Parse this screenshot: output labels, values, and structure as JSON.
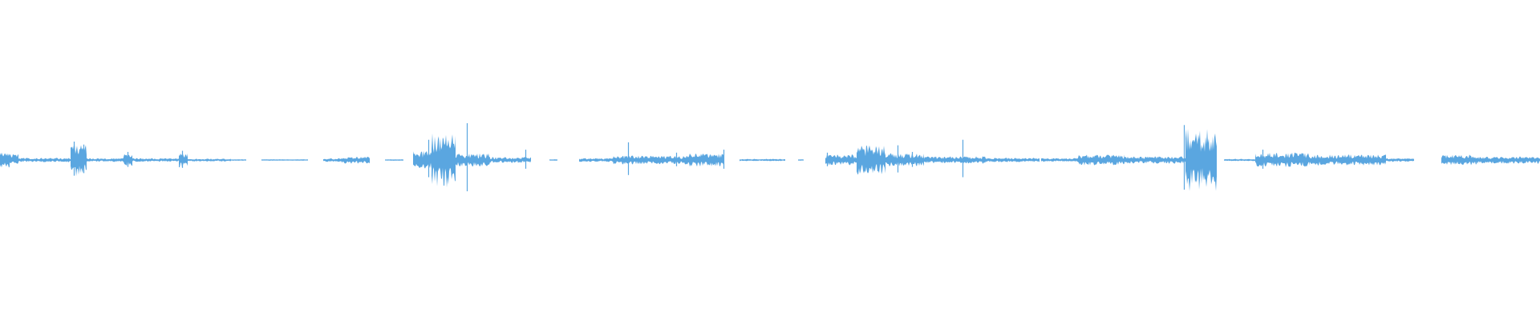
{
  "waveform": {
    "color": "#5aa6e0",
    "segments": [
      {
        "start": 0.0,
        "end": 0.006,
        "level": 0.22
      },
      {
        "start": 0.006,
        "end": 0.012,
        "level": 0.16
      },
      {
        "start": 0.012,
        "end": 0.046,
        "level": 0.06
      },
      {
        "start": 0.046,
        "end": 0.056,
        "level": 0.45
      },
      {
        "start": 0.056,
        "end": 0.08,
        "level": 0.05
      },
      {
        "start": 0.08,
        "end": 0.086,
        "level": 0.16
      },
      {
        "start": 0.086,
        "end": 0.116,
        "level": 0.05
      },
      {
        "start": 0.116,
        "end": 0.122,
        "level": 0.2
      },
      {
        "start": 0.122,
        "end": 0.15,
        "level": 0.04
      },
      {
        "start": 0.15,
        "end": 0.16,
        "level": 0.02
      },
      {
        "start": 0.17,
        "end": 0.2,
        "level": 0.02
      },
      {
        "start": 0.21,
        "end": 0.222,
        "level": 0.05
      },
      {
        "start": 0.222,
        "end": 0.24,
        "level": 0.1
      },
      {
        "start": 0.25,
        "end": 0.262,
        "level": 0.02
      },
      {
        "start": 0.268,
        "end": 0.28,
        "level": 0.25
      },
      {
        "start": 0.28,
        "end": 0.296,
        "level": 0.75
      },
      {
        "start": 0.296,
        "end": 0.318,
        "level": 0.18
      },
      {
        "start": 0.318,
        "end": 0.345,
        "level": 0.08
      },
      {
        "start": 0.357,
        "end": 0.362,
        "level": 0.02
      },
      {
        "start": 0.376,
        "end": 0.398,
        "level": 0.05
      },
      {
        "start": 0.398,
        "end": 0.42,
        "level": 0.12
      },
      {
        "start": 0.42,
        "end": 0.445,
        "level": 0.12
      },
      {
        "start": 0.445,
        "end": 0.47,
        "level": 0.18
      },
      {
        "start": 0.48,
        "end": 0.51,
        "level": 0.03
      },
      {
        "start": 0.518,
        "end": 0.522,
        "level": 0.02
      },
      {
        "start": 0.536,
        "end": 0.556,
        "level": 0.15
      },
      {
        "start": 0.556,
        "end": 0.575,
        "level": 0.4
      },
      {
        "start": 0.575,
        "end": 0.6,
        "level": 0.18
      },
      {
        "start": 0.6,
        "end": 0.64,
        "level": 0.1
      },
      {
        "start": 0.64,
        "end": 0.675,
        "level": 0.06
      },
      {
        "start": 0.676,
        "end": 0.7,
        "level": 0.05
      },
      {
        "start": 0.7,
        "end": 0.73,
        "level": 0.15
      },
      {
        "start": 0.73,
        "end": 0.77,
        "level": 0.1
      },
      {
        "start": 0.77,
        "end": 0.79,
        "level": 0.85
      },
      {
        "start": 0.795,
        "end": 0.815,
        "level": 0.03
      },
      {
        "start": 0.815,
        "end": 0.85,
        "level": 0.2
      },
      {
        "start": 0.85,
        "end": 0.9,
        "level": 0.15
      },
      {
        "start": 0.9,
        "end": 0.918,
        "level": 0.05
      },
      {
        "start": 0.936,
        "end": 0.96,
        "level": 0.15
      },
      {
        "start": 0.96,
        "end": 1.0,
        "level": 0.1
      }
    ],
    "spikes": [
      {
        "position": 0.048,
        "level": 0.5
      },
      {
        "position": 0.054,
        "level": 0.42
      },
      {
        "position": 0.083,
        "level": 0.22
      },
      {
        "position": 0.118,
        "level": 0.25
      },
      {
        "position": 0.278,
        "level": 0.55
      },
      {
        "position": 0.303,
        "level": 1.0
      },
      {
        "position": 0.341,
        "level": 0.28
      },
      {
        "position": 0.408,
        "level": 0.48
      },
      {
        "position": 0.439,
        "level": 0.2
      },
      {
        "position": 0.47,
        "level": 0.28
      },
      {
        "position": 0.537,
        "level": 0.2
      },
      {
        "position": 0.583,
        "level": 0.4
      },
      {
        "position": 0.592,
        "level": 0.22
      },
      {
        "position": 0.625,
        "level": 0.55
      },
      {
        "position": 0.769,
        "level": 0.95
      },
      {
        "position": 0.82,
        "level": 0.28
      }
    ]
  }
}
